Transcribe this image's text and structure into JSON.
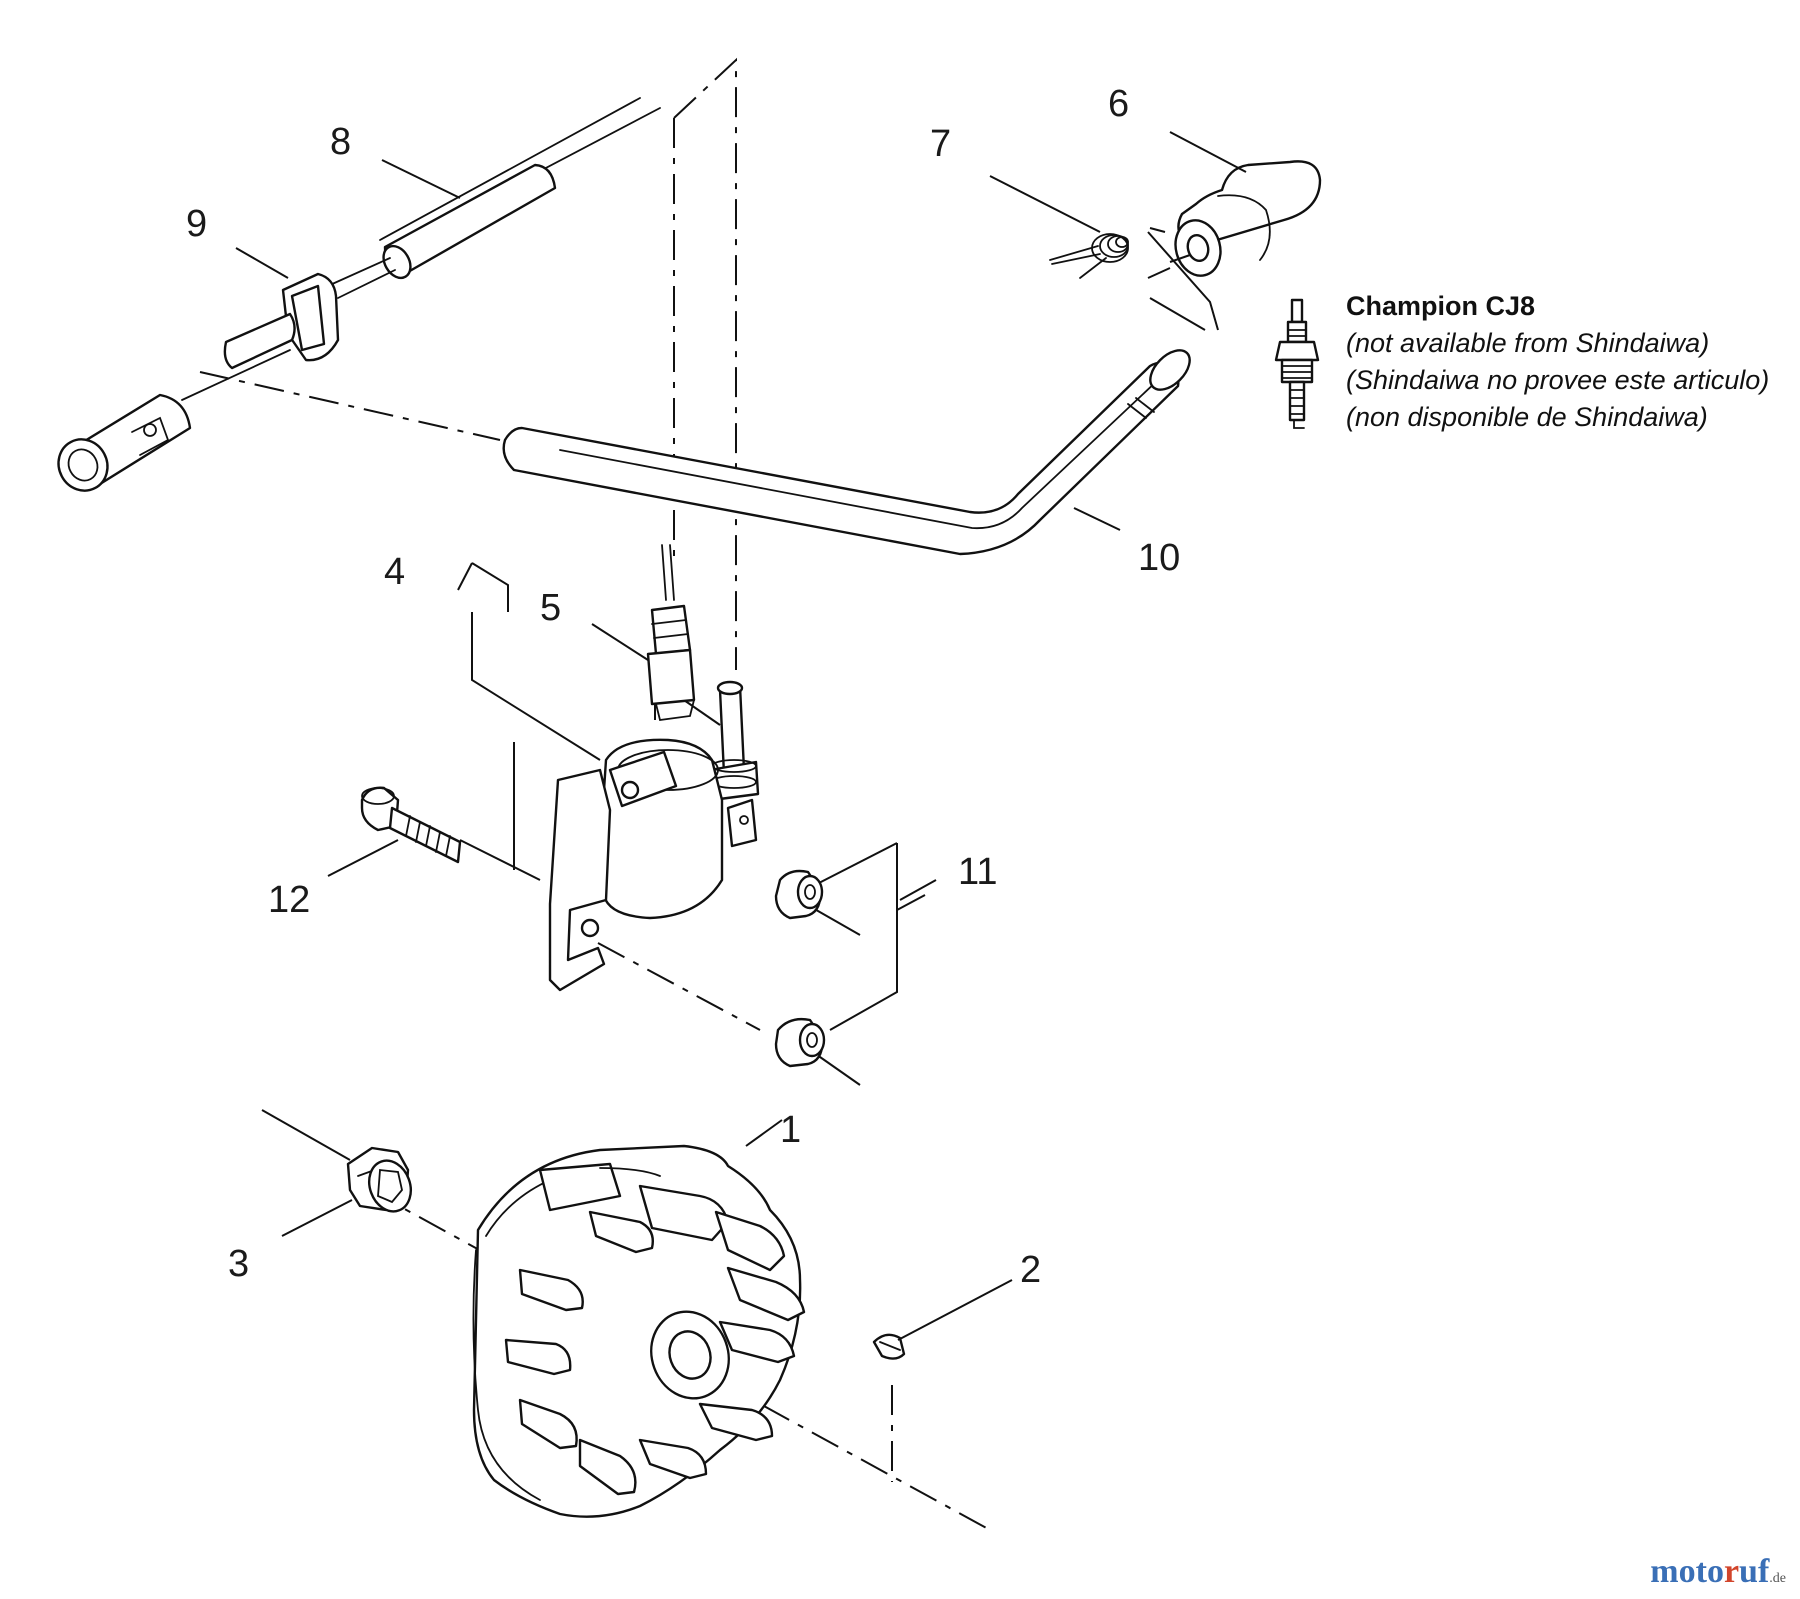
{
  "diagram": {
    "callouts": [
      "1",
      "2",
      "3",
      "4",
      "5",
      "6",
      "7",
      "8",
      "9",
      "10",
      "11",
      "12"
    ]
  },
  "spark_plug_note": {
    "title": "Champion CJ8",
    "lines": [
      "(not available from Shindaiwa)",
      "(Shindaiwa no provee este articulo)",
      "(non disponible de Shindaiwa)"
    ]
  },
  "watermark": {
    "part1": "moto",
    "part2": "r",
    "part3": "uf",
    "tld": ".de"
  },
  "colors": {
    "line": "#111111",
    "background": "#ffffff",
    "watermark_blue": "#3a6fb6",
    "watermark_red": "#d2452b"
  }
}
